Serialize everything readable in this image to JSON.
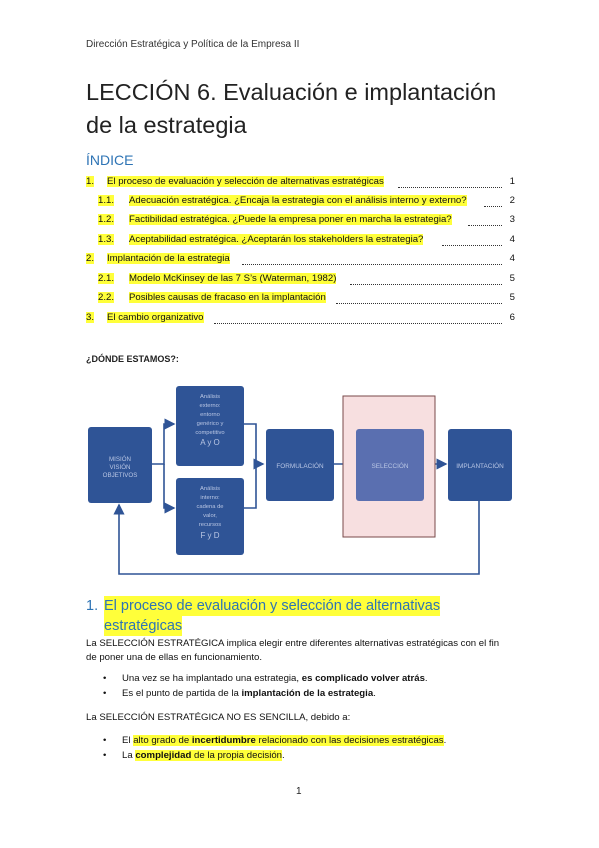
{
  "header": "Dirección Estratégica y Política de la Empresa II",
  "title": "LECCIÓN 6. Evaluación e implantación de la estrategia",
  "toc_heading": "ÍNDICE",
  "toc": [
    {
      "num": "1.",
      "text": "El proceso de evaluación y selección de alternativas estratégicas",
      "page": "1"
    },
    {
      "num": "1.1.",
      "text": "Adecuación estratégica. ¿Encaja la estrategia con el análisis interno y externo?",
      "page": "2"
    },
    {
      "num": "1.2.",
      "text": "Factibilidad estratégica. ¿Puede la empresa poner en marcha la estrategia?",
      "page": "3"
    },
    {
      "num": "1.3.",
      "text": "Aceptabilidad estratégica. ¿Aceptarán los stakeholders la estrategia?",
      "page": "4"
    },
    {
      "num": "2.",
      "text": "Implantación de la estrategia",
      "page": "4"
    },
    {
      "num": "2.1.",
      "text": "Modelo McKinsey de las 7 S’s (Waterman, 1982)",
      "page": "5"
    },
    {
      "num": "2.2.",
      "text": "Posibles causas de fracaso en la implantación",
      "page": "5"
    },
    {
      "num": "3.",
      "text": "El cambio organizativo",
      "page": "6"
    }
  ],
  "where_label": "¿DÓNDE ESTAMOS?:",
  "diagram": {
    "mision": [
      "MISIÓN",
      "VISIÓN",
      "OBJETIVOS"
    ],
    "externo": [
      "Análisis",
      "externo:",
      "entorno",
      "genérico y",
      "competitivo"
    ],
    "externo_code": "A y O",
    "interno": [
      "Análisis",
      "interno:",
      "cadena de",
      "valor,",
      "recursos"
    ],
    "interno_code": "F y D",
    "formulacion": "FORMULACIÓN",
    "seleccion": "SELECCIÓN",
    "implantacion": "IMPLANTACIÓN"
  },
  "section1": {
    "num": "1.",
    "line1": "El proceso de evaluación y selección de alternativas",
    "line2": "estratégicas"
  },
  "p1_line1": "La SELECCIÓN ESTRATÉGICA implica elegir entre diferentes alternativas estratégicas con el fin",
  "p1_line2": "de poner una de ellas en funcionamiento.",
  "b1": {
    "pre": "Una vez se ha implantado una estrategia, ",
    "bold": "es complicado volver atrás",
    "post": "."
  },
  "b2": {
    "pre": "Es el punto de partida de la ",
    "bold": "implantación de la estrategia",
    "post": "."
  },
  "p2": "La SELECCIÓN ESTRATÉGICA NO ES SENCILLA, debido a:",
  "b3": {
    "pre": "El ",
    "hl_pre": "alto grado de ",
    "bold": "incertidumbre",
    "hl_post": " relacionado con las decisiones estratégicas",
    "post": "."
  },
  "b4": {
    "pre": "La ",
    "bold": "complejidad",
    "hl_post": " de la propia decisión",
    "post": "."
  },
  "bullet_char": "•",
  "page_number": "1",
  "colors": {
    "heading_blue": "#2e74b5",
    "highlight": "#ffff3a",
    "box_blue": "#2f5496",
    "pink": "#f7dfe0"
  }
}
